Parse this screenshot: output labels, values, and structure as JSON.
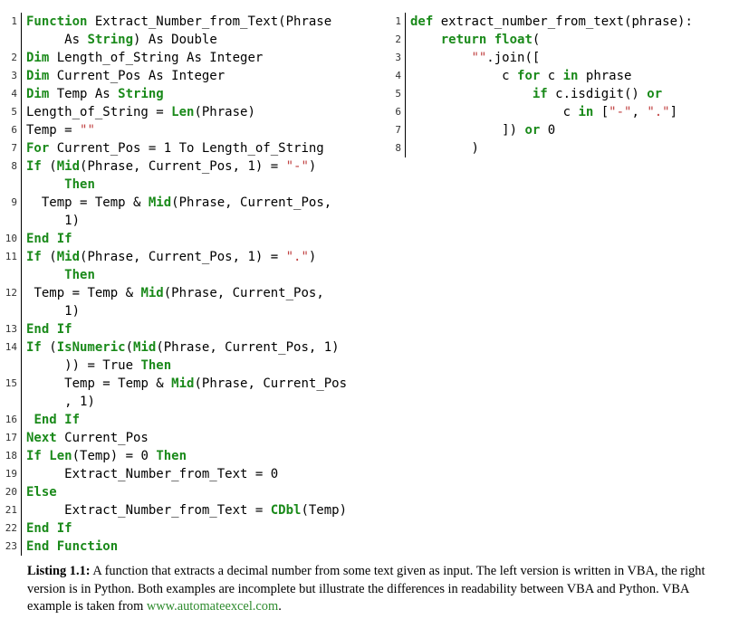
{
  "vba_listing": {
    "lines": [
      {
        "num": "1",
        "html": "<span class='kw'>Function</span> Extract_Number_from_Text(Phrase\n     As <span class='kw'>String</span>) As Double"
      },
      {
        "num": "2",
        "html": "<span class='kw'>Dim</span> Length_of_String As Integer"
      },
      {
        "num": "3",
        "html": "<span class='kw'>Dim</span> Current_Pos As Integer"
      },
      {
        "num": "4",
        "html": "<span class='kw'>Dim</span> Temp As <span class='kw'>String</span>"
      },
      {
        "num": "5",
        "html": "Length_of_String = <span class='kw'>Len</span>(Phrase)"
      },
      {
        "num": "6",
        "html": "Temp = <span class='st'>\"\"</span>"
      },
      {
        "num": "7",
        "html": "<span class='kw'>For</span> Current_Pos = 1 To Length_of_String"
      },
      {
        "num": "8",
        "html": "<span class='kw'>If</span> (<span class='kw'>Mid</span>(Phrase, Current_Pos, 1) = <span class='st'>\"-\"</span>)\n     <span class='kw'>Then</span>"
      },
      {
        "num": "9",
        "html": "  Temp = Temp &amp; <span class='kw'>Mid</span>(Phrase, Current_Pos,\n     1)"
      },
      {
        "num": "10",
        "html": "<span class='kw'>End If</span>"
      },
      {
        "num": "11",
        "html": "<span class='kw'>If</span> (<span class='kw'>Mid</span>(Phrase, Current_Pos, 1) = <span class='st'>\".\"</span>)\n     <span class='kw'>Then</span>"
      },
      {
        "num": "12",
        "html": " Temp = Temp &amp; <span class='kw'>Mid</span>(Phrase, Current_Pos,\n     1)"
      },
      {
        "num": "13",
        "html": "<span class='kw'>End If</span>"
      },
      {
        "num": "14",
        "html": "<span class='kw'>If</span> (<span class='kw'>IsNumeric</span>(<span class='kw'>Mid</span>(Phrase, Current_Pos, 1)\n     )) = True <span class='kw'>Then</span>"
      },
      {
        "num": "15",
        "html": "     Temp = Temp &amp; <span class='kw'>Mid</span>(Phrase, Current_Pos\n     , 1)"
      },
      {
        "num": "16",
        "html": " <span class='kw'>End If</span>"
      },
      {
        "num": "17",
        "html": "<span class='kw'>Next</span> Current_Pos"
      },
      {
        "num": "18",
        "html": "<span class='kw'>If</span> <span class='kw'>Len</span>(Temp) = 0 <span class='kw'>Then</span>"
      },
      {
        "num": "19",
        "html": "     Extract_Number_from_Text = 0"
      },
      {
        "num": "20",
        "html": "<span class='kw'>Else</span>"
      },
      {
        "num": "21",
        "html": "     Extract_Number_from_Text = <span class='kw'>CDbl</span>(Temp)"
      },
      {
        "num": "22",
        "html": "<span class='kw'>End If</span>"
      },
      {
        "num": "23",
        "html": "<span class='kw'>End Function</span>"
      }
    ]
  },
  "python_listing": {
    "lines": [
      {
        "num": "1",
        "html": "<span class='kw'>def</span> extract_number_from_text(phrase):"
      },
      {
        "num": "2",
        "html": "    <span class='kw'>return</span> <span class='kw'>float</span>("
      },
      {
        "num": "3",
        "html": "        <span class='st'>\"\"</span>.join(["
      },
      {
        "num": "4",
        "html": "            c <span class='kw'>for</span> c <span class='kw'>in</span> phrase"
      },
      {
        "num": "5",
        "html": "                <span class='kw'>if</span> c.isdigit() <span class='kw'>or</span>"
      },
      {
        "num": "6",
        "html": "                    c <span class='kw'>in</span> [<span class='st'>\"-\"</span>, <span class='st'>\".\"</span>]"
      },
      {
        "num": "7",
        "html": "            ]) <span class='kw'>or</span> 0"
      },
      {
        "num": "8",
        "html": "        )"
      }
    ]
  },
  "caption": {
    "label": "Listing 1.1:",
    "text": " A function that extracts a decimal number from some text given as input. The left version is written in VBA, the right version is in Python. Both examples are incomplete but illustrate the differences in readability between VBA and Python. VBA example is taken from ",
    "link": "www.automateexcel.com",
    "end": "."
  },
  "colors": {
    "keyword": "#1a8a1a",
    "string": "#c04040",
    "link": "#2e8b2e"
  }
}
